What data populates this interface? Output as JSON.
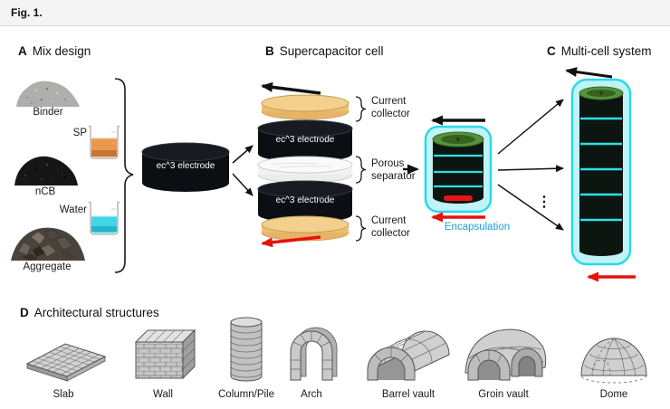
{
  "header": {
    "label": "Fig. 1."
  },
  "panel_a": {
    "letter": "A",
    "title": "Mix design",
    "materials": [
      {
        "label": "Binder"
      },
      {
        "label": "SP"
      },
      {
        "label": "nCB"
      },
      {
        "label": "Water"
      },
      {
        "label": "Aggregate"
      }
    ],
    "electrode_label": "ec^3 electrode"
  },
  "panel_b": {
    "letter": "B",
    "title": "Supercapacitor cell",
    "electrode_top_label": "ec^3 electrode",
    "electrode_bottom_label": "ec^3 electrode",
    "collector_top_label": "Current collector",
    "separator_label": "Porous separator",
    "collector_bottom_label": "Current collector",
    "encapsulation_label": "Encapsulation"
  },
  "panel_c": {
    "letter": "C",
    "title": "Multi-cell system",
    "ellipsis": "⋮"
  },
  "panel_d": {
    "letter": "D",
    "title": "Architectural structures",
    "structures": [
      {
        "label": "Slab"
      },
      {
        "label": "Wall"
      },
      {
        "label": "Column/Pile"
      },
      {
        "label": "Arch"
      },
      {
        "label": "Barrel vault"
      },
      {
        "label": "Groin vault"
      },
      {
        "label": "Dome"
      }
    ]
  },
  "colors": {
    "encapsulation_text": "#1e9cd8",
    "cyan_shell": "#2cd9e8",
    "red_terminal": "#e8100c",
    "gold_collector": "#eec27a",
    "green_cap": "#55923c",
    "electrode_black": "#0b0e12"
  }
}
